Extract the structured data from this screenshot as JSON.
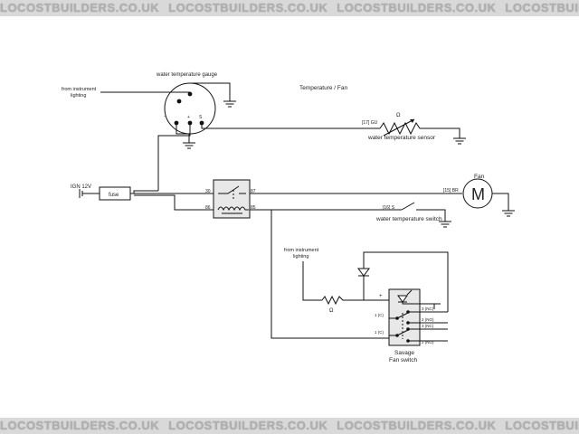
{
  "watermark": {
    "text": "LOCOSTBUILDERS.CO.UK",
    "repeats": 8
  },
  "diagram": {
    "title": "Temperature / Fan",
    "gauge": {
      "label": "water temperature gauge",
      "pin_minus": "-",
      "pin_plus": "+",
      "pin_s": "S"
    },
    "instrument_lighting_top": "from instrument\nlighting",
    "instrument_lighting_bottom": "from instrument\nlighting",
    "ign_label": "IGN 12V",
    "fuse_label": "fuse",
    "relay": {
      "pin_30": "30",
      "pin_87": "87",
      "pin_86": "86",
      "pin_85": "85"
    },
    "sensor": {
      "label": "water temperature sensor",
      "omega": "Ω",
      "wire_tag": "[17] GU"
    },
    "fan": {
      "label": "Fan",
      "motor_letter": "M",
      "wire_tag": "[15] BR"
    },
    "temp_switch": {
      "label": "water temperature switch",
      "wire_tag": "[16] S"
    },
    "resistor_omega": "Ω",
    "savage_switch": {
      "label": "Savage\nFan switch",
      "plus": "+",
      "pins": [
        "3 (NC)",
        "1 (C)",
        "2 (NO)",
        "3 (NC)",
        "1 (C)",
        "2 (NO)"
      ]
    }
  }
}
